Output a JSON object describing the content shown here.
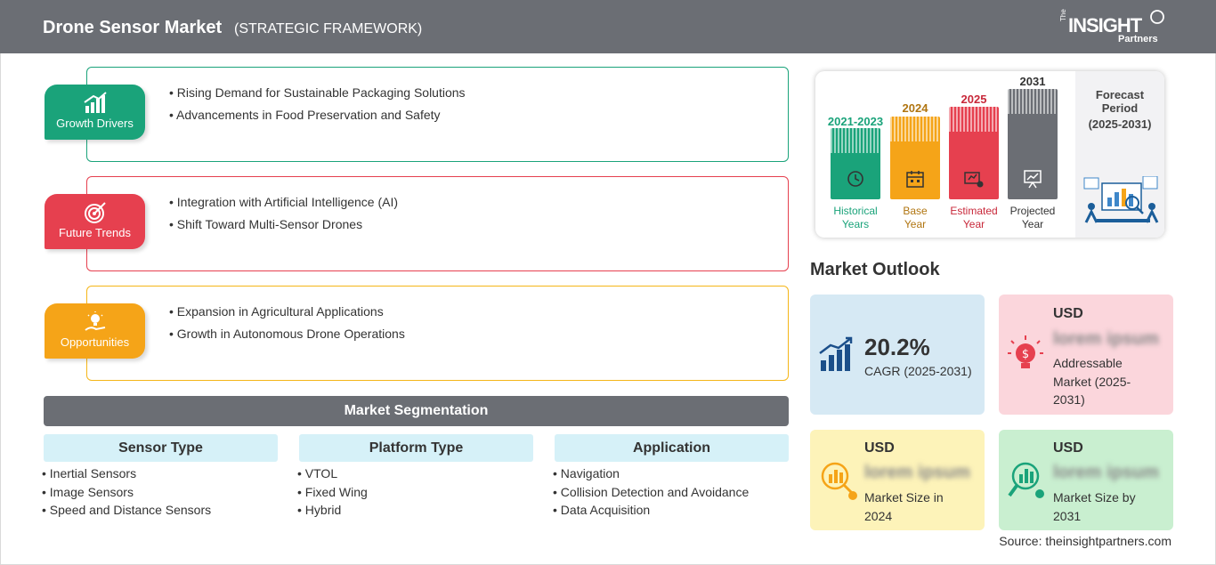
{
  "header": {
    "title": "Drone Sensor Market",
    "subtitle": "(STRATEGIC FRAMEWORK)",
    "logo": {
      "tag": "The",
      "main": "INSIGHT",
      "sub": "Partners"
    }
  },
  "framework": [
    {
      "label": "Growth Drivers",
      "color": "#1aa37a",
      "items": [
        "Rising Demand for Sustainable Packaging Solutions",
        "Advancements in Food Preservation and Safety"
      ]
    },
    {
      "label": "Future Trends",
      "color": "#e6404f",
      "items": [
        "Integration with Artificial Intelligence (AI)",
        "Shift Toward Multi-Sensor Drones"
      ]
    },
    {
      "label": "Opportunities",
      "color": "#f5a418",
      "items": [
        "Expansion in Agricultural Applications",
        "Growth in Autonomous Drone Operations"
      ]
    }
  ],
  "segmentation": {
    "title": "Market Segmentation",
    "columns": [
      {
        "heading": "Sensor Type",
        "items": [
          "Inertial Sensors",
          "Image Sensors",
          "Speed and Distance Sensors"
        ]
      },
      {
        "heading": "Platform Type",
        "items": [
          "VTOL",
          "Fixed Wing",
          "Hybrid"
        ]
      },
      {
        "heading": "Application",
        "items": [
          "Navigation",
          "Collision Detection and Avoidance",
          "Data Acquisition"
        ]
      }
    ]
  },
  "timeline": {
    "periods": [
      {
        "year": "2021-2023",
        "caption1": "Historical",
        "caption2": "Years",
        "color": "#1aa37a"
      },
      {
        "year": "2024",
        "caption1": "Base",
        "caption2": "Year",
        "color": "#f5a418"
      },
      {
        "year": "2025",
        "caption1": "Estimated",
        "caption2": "Year",
        "color": "#e6404f"
      },
      {
        "year": "2031",
        "caption1": "Projected",
        "caption2": "Year",
        "color": "#6b6e74"
      }
    ],
    "forecast": {
      "line1": "Forecast",
      "line2": "Period",
      "line3": "(2025-2031)"
    }
  },
  "outlook": {
    "title": "Market Outlook",
    "cagr": {
      "value": "20.2%",
      "label": "CAGR (2025-2031)"
    },
    "addressable": {
      "currency": "USD",
      "value": "lorem ipsum",
      "label": "Addressable Market (2025-2031)"
    },
    "size_2024": {
      "currency": "USD",
      "value": "lorem ipsum",
      "label": "Market Size in 2024"
    },
    "size_2031": {
      "currency": "USD",
      "value": "lorem ipsum",
      "label": "Market Size by 2031"
    }
  },
  "colors": {
    "header_bg": "#6b6e74",
    "card_blue": "#d6e9f4",
    "card_pink": "#fbd6dc",
    "card_yellow": "#fdf3b9",
    "card_green": "#c9efd0"
  },
  "source": "Source: theinsightpartners.com"
}
